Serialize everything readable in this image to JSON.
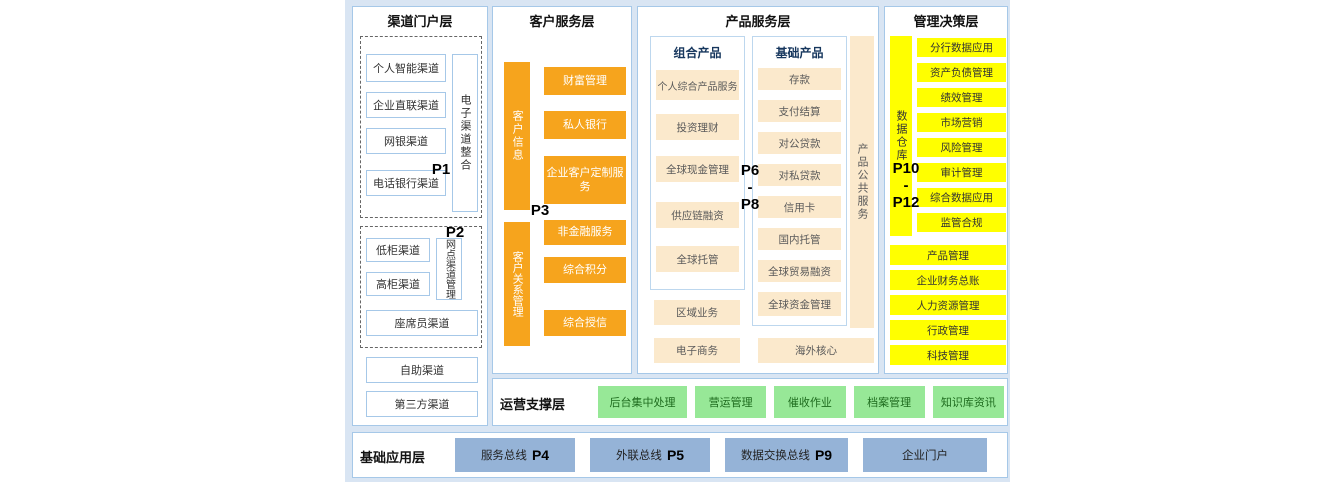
{
  "colors": {
    "backdrop": "#D9E5F3",
    "orange": "#F6A41D",
    "cream": "#FBE9CC",
    "yellow": "#FFFF00",
    "green": "#97E897",
    "blue": "#95B3D7"
  },
  "channel": {
    "title": "渠道门户层",
    "p1": "P1",
    "p2": "P2",
    "egroup": {
      "items": [
        "个人智能渠道",
        "企业直联渠道",
        "网银渠道",
        "电话银行渠道"
      ],
      "side": "电子渠道整合"
    },
    "ngroup": {
      "items": [
        "低柜渠道",
        "高柜渠道"
      ],
      "side": "网点渠道管理",
      "wide": "座席员渠道"
    },
    "extras": [
      "自助渠道",
      "第三方渠道"
    ]
  },
  "customer": {
    "title": "客户服务层",
    "p3": "P3",
    "info": {
      "side": "客户信息",
      "items": [
        "财富管理",
        "私人银行",
        "企业客户定制服务"
      ]
    },
    "crm": {
      "side": "客户关系管理",
      "items": [
        "非金融服务",
        "综合积分",
        "综合授信"
      ]
    }
  },
  "product": {
    "title": "产品服务层",
    "p_top": "P6",
    "p_sep": "-",
    "p_bottom": "P8",
    "combo": {
      "title": "组合产品",
      "items": [
        "个人综合产品服务",
        "投资理财",
        "全球现金管理",
        "供应链融资",
        "全球托管"
      ]
    },
    "basic": {
      "title": "基础产品",
      "items": [
        "存款",
        "支付结算",
        "对公贷款",
        "对私贷款",
        "信用卡",
        "国内托管",
        "全球贸易融资",
        "全球资金管理"
      ]
    },
    "side": "产品公共服务",
    "extras_left": [
      "区域业务",
      "电子商务"
    ],
    "extra_right": "海外核心"
  },
  "management": {
    "title": "管理决策层",
    "p_top": "P10",
    "p_sep": "-",
    "p_bottom": "P12",
    "side": "数据仓库",
    "items": [
      "分行数据应用",
      "资产负债管理",
      "绩效管理",
      "市场营销",
      "风险管理",
      "审计管理",
      "综合数据应用",
      "监管合规"
    ],
    "bottom": [
      "产品管理",
      "企业财务总账",
      "人力资源管理",
      "行政管理",
      "科技管理"
    ]
  },
  "operation": {
    "title": "运营支撑层",
    "items": [
      "后台集中处理",
      "营运管理",
      "催收作业",
      "档案管理",
      "知识库资讯"
    ]
  },
  "foundation": {
    "title": "基础应用层",
    "items": [
      {
        "label": "服务总线",
        "p": "P4"
      },
      {
        "label": "外联总线",
        "p": "P5"
      },
      {
        "label": "数据交换总线",
        "p": "P9"
      },
      {
        "label": "企业门户",
        "p": ""
      }
    ]
  }
}
